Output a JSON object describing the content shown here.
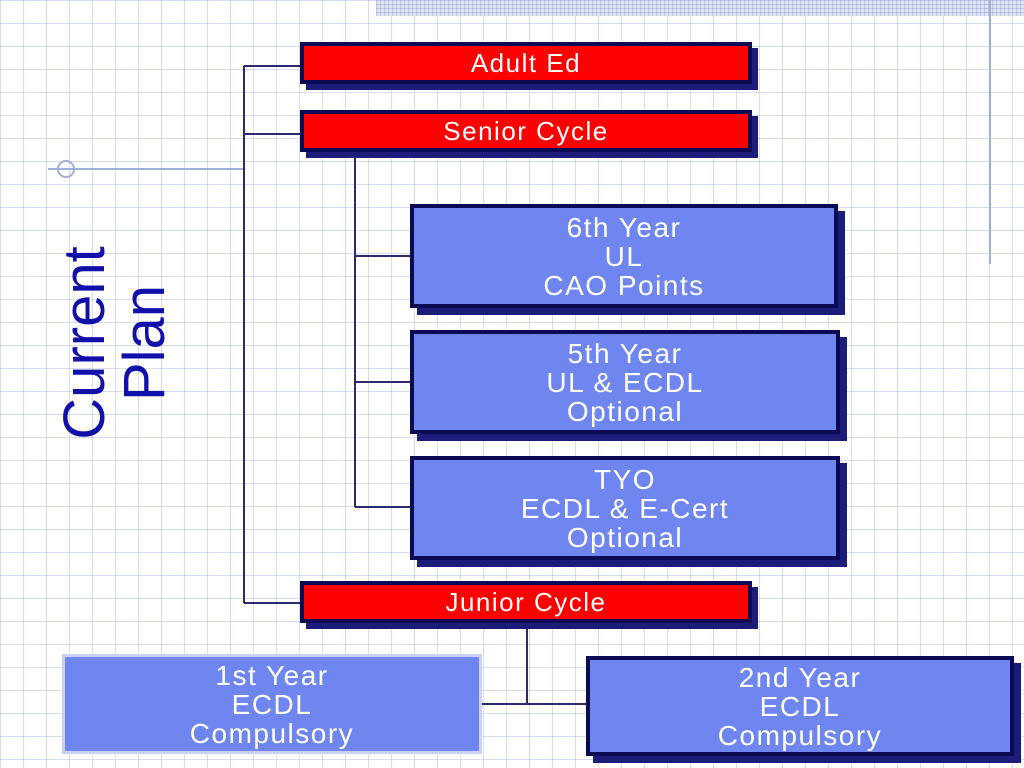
{
  "title": {
    "line1": "Current",
    "line2": "Plan"
  },
  "nodes": {
    "adult_ed": "Adult Ed",
    "senior_cycle": "Senior Cycle",
    "sixth_year": [
      "6th Year",
      "UL",
      "CAO Points"
    ],
    "fifth_year": [
      "5th Year",
      "UL & ECDL",
      "Optional"
    ],
    "tyo": [
      "TYO",
      "ECDL & E-Cert",
      "Optional"
    ],
    "junior_cycle": "Junior Cycle",
    "first_year": [
      "1st Year",
      "ECDL",
      "Compulsory"
    ],
    "second_year": [
      "2nd Year",
      "ECDL",
      "Compulsory"
    ]
  },
  "colors": {
    "red_node": "#ff0000",
    "blue_node": "#6f86f0",
    "node_border": "#0b0b55",
    "connector": "#2a2a6e",
    "title_text": "#1111aa"
  }
}
